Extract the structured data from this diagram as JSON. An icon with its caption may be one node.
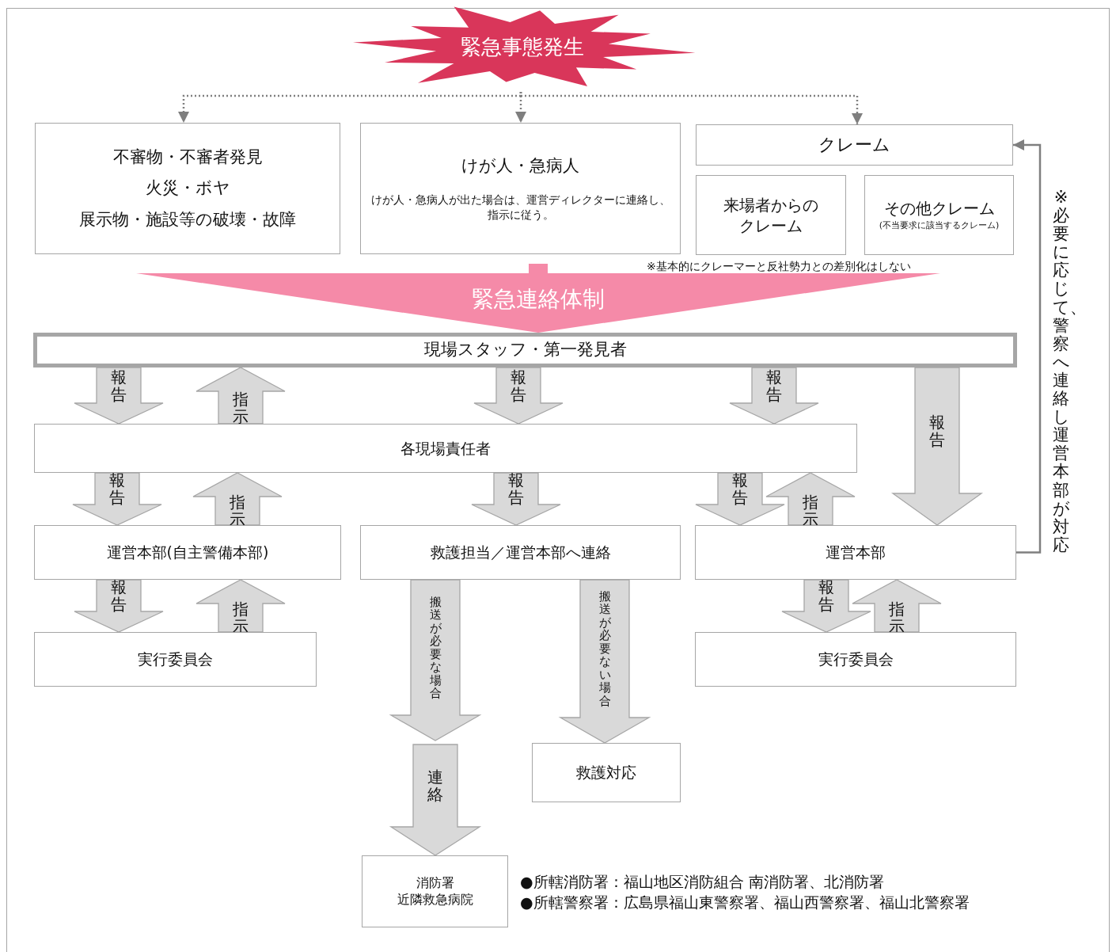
{
  "diagram": {
    "nodes": [
      {
        "text": [
          "緊急事態発生"
        ]
      },
      {
        "text": [
          "不審物・不審者発見",
          "火災・ボヤ",
          "展示物・施設等の破壊・故障"
        ]
      },
      {
        "text": [
          "けが人・急病人",
          "けが人・急病人が出た場合は、運営ディレクターに連絡し、指示に従う。"
        ]
      },
      {
        "text": [
          "クレーム"
        ]
      },
      {
        "text": [
          "来場者からのクレーム"
        ]
      },
      {
        "text": [
          "その他クレーム",
          "(不当要求に該当するクレーム)"
        ]
      },
      {
        "text": [
          "現場スタッフ・第一発見者"
        ]
      },
      {
        "text": [
          "各現場責任者"
        ]
      },
      {
        "text": [
          "運営本部(自主警備本部)"
        ]
      },
      {
        "text": [
          "救護担当／運営本部へ連絡"
        ]
      },
      {
        "text": [
          "運営本部"
        ]
      },
      {
        "text": [
          "実行委員会"
        ]
      },
      {
        "text": [
          "実行委員会"
        ]
      },
      {
        "text": [
          "救護対応"
        ]
      },
      {
        "text": [
          "消防署",
          "近隣救急病院"
        ]
      }
    ],
    "edges": [
      {
        "from": 0,
        "to": 1,
        "arrow": "to",
        "style": "dashed"
      },
      {
        "from": 0,
        "to": 2,
        "arrow": "to",
        "style": "dashed"
      },
      {
        "from": 0,
        "to": 3,
        "arrow": "to",
        "style": "dashed"
      },
      {
        "from": 6,
        "to": 7,
        "arrow": "to",
        "style": "thick",
        "label": "報告"
      },
      {
        "from": 7,
        "to": 6,
        "arrow": "to",
        "style": "thick",
        "label": "指示"
      },
      {
        "from": 6,
        "to": 7,
        "arrow": "to",
        "style": "thick",
        "label": "報告"
      },
      {
        "from": 6,
        "to": 7,
        "arrow": "to",
        "style": "thick",
        "label": "報告"
      },
      {
        "from": 6,
        "to": 10,
        "arrow": "to",
        "style": "thick",
        "label": "報告"
      },
      {
        "from": 7,
        "to": 8,
        "arrow": "to",
        "style": "thick",
        "label": "報告"
      },
      {
        "from": 8,
        "to": 7,
        "arrow": "to",
        "style": "thick",
        "label": "指示"
      },
      {
        "from": 7,
        "to": 9,
        "arrow": "to",
        "style": "thick",
        "label": "報告"
      },
      {
        "from": 7,
        "to": 10,
        "arrow": "to",
        "style": "thick",
        "label": "報告"
      },
      {
        "from": 10,
        "to": 7,
        "arrow": "to",
        "style": "thick",
        "label": "指示"
      },
      {
        "from": 8,
        "to": 11,
        "arrow": "to",
        "style": "thick",
        "label": "報告"
      },
      {
        "from": 11,
        "to": 8,
        "arrow": "to",
        "style": "thick",
        "label": "指示"
      },
      {
        "from": 10,
        "to": 12,
        "arrow": "to",
        "style": "thick",
        "label": "報告"
      },
      {
        "from": 12,
        "to": 10,
        "arrow": "to",
        "style": "thick",
        "label": "指示"
      },
      {
        "from": 9,
        "to": null,
        "arrow": "to",
        "style": "thick",
        "label": "搬送が必要な場合"
      },
      {
        "from": null,
        "to": 14,
        "arrow": "to",
        "style": "thick",
        "label": "連絡"
      },
      {
        "from": 9,
        "to": 13,
        "arrow": "to",
        "style": "thick",
        "label": "搬送が必要ない場合"
      },
      {
        "from": 10,
        "to": 3,
        "arrow": "to",
        "label": "※必要に応じて、警察へ連絡し運営本部が対応"
      },
      {
        "from": null,
        "to": 6,
        "arrow": "to",
        "style": "thick",
        "color": "#f58aa8",
        "label": "緊急連絡体制"
      }
    ],
    "labels": [
      "※基本的にクレーマーと反社勢力との差別化はしない",
      "●所轄消防署：福山地区消防組合 南消防署、北消防署",
      "●所轄警察署：広島県福山東警察署、福山西警察署、福山北警察署"
    ]
  }
}
